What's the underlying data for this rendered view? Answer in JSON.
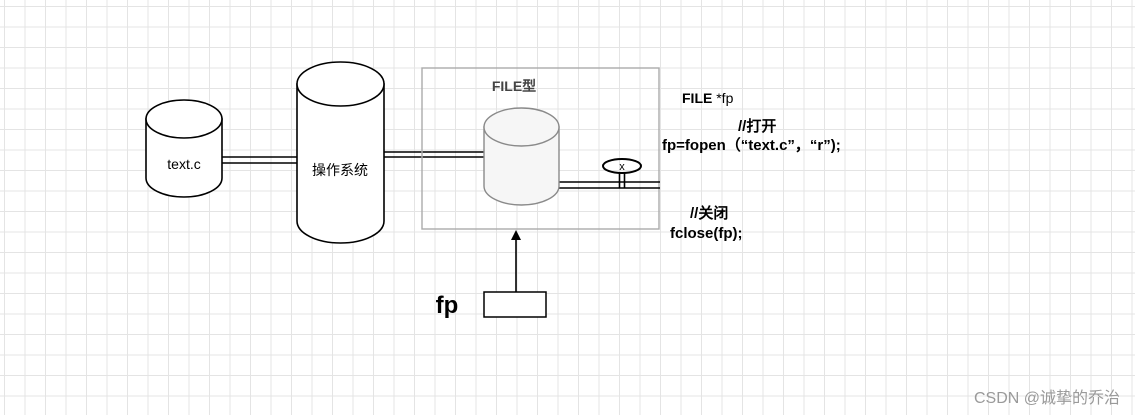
{
  "diagram": {
    "nodes": {
      "text_file": "text.c",
      "os": "操作系统",
      "file_struct": "FILE型",
      "valve": "x",
      "pointer": "fp"
    },
    "code": {
      "decl_type": "FILE",
      "decl_var": " *fp",
      "open_comment": "//打开",
      "open_stmt": "fp=fopen（“text.c”，“r”);",
      "close_comment": "//关闭",
      "close_stmt": "fclose(fp);"
    }
  },
  "watermark": "CSDN @诚挚的乔治",
  "colors": {
    "grid": "#e4e4e4",
    "box_stroke": "#aaaaaa",
    "inner_cylinder_stroke": "#8a8a8a",
    "watermark": "#9a9a9a"
  }
}
